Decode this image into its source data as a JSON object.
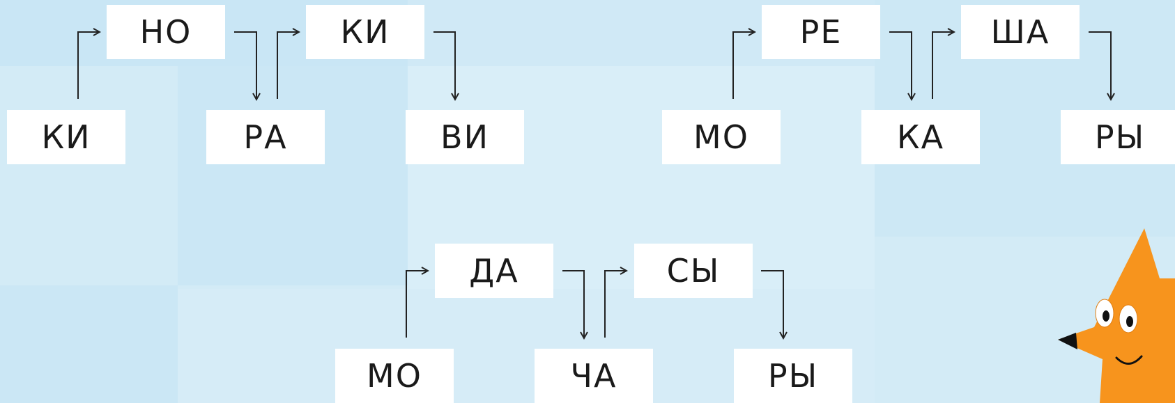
{
  "colors": {
    "background": "#d3ebf6",
    "tile_dark": "#c9e6f5",
    "tile_light": "#dbeff9",
    "syllable_box": "#ffffff",
    "text": "#1a1a1a",
    "arrow": "#222222",
    "mascot": "#f7941d"
  },
  "chains": [
    {
      "bottom": [
        "КИ",
        "РА",
        "ВИ"
      ],
      "top": [
        "НО",
        "КИ"
      ]
    },
    {
      "bottom": [
        "МО",
        "КА",
        "РЫ"
      ],
      "top": [
        "РЕ",
        "ША"
      ]
    },
    {
      "bottom": [
        "МО",
        "ЧА",
        "РЫ"
      ],
      "top": [
        "ДА",
        "СЫ"
      ]
    }
  ],
  "mascot": {
    "icon": "orange-fox-star-mascot"
  }
}
